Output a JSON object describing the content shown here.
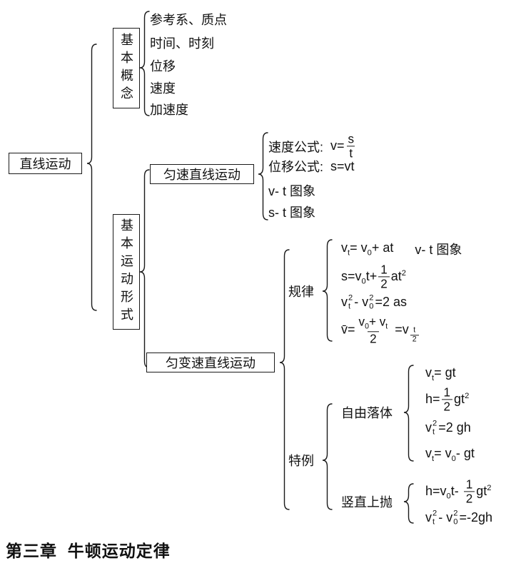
{
  "root": {
    "label": "直线运动"
  },
  "basic_concepts": {
    "label": "基本概念",
    "items": [
      {
        "label": "参考系、质点"
      },
      {
        "label": "时间、时刻"
      },
      {
        "label": "位移"
      },
      {
        "label": "速度"
      },
      {
        "label": "加速度"
      }
    ]
  },
  "motion_forms": {
    "label": "基本运动形式",
    "uniform": {
      "label": "匀速直线运动",
      "items": [
        {
          "prefix": "速度公式:",
          "formula": "v=~{s}{t}"
        },
        {
          "prefix": "位移公式:",
          "formula": "s=vt"
        },
        {
          "prefix": "",
          "formula": "v- t 图象"
        },
        {
          "prefix": "",
          "formula": "s- t 图象"
        }
      ]
    },
    "uniform_accel": {
      "label": "匀变速直线运动",
      "rules": {
        "label": "规律",
        "items": [
          {
            "formula": "v_{t}= v_{0}+ at",
            "note": "v- t 图象"
          },
          {
            "formula": "s=v_{0}t+~{1}{2}at^{2}"
          },
          {
            "formula": "v&{t}{2}- v&{0}{2}=2 as"
          },
          {
            "formula": "v̄=~{v_{0}+ v_{t}}{2} =v_{~{t}{2}}"
          }
        ]
      },
      "special_cases": {
        "label": "特例",
        "free_fall": {
          "label": "自由落体",
          "items": [
            {
              "formula": "v_{t}= gt"
            },
            {
              "formula": "h=~{1}{2}gt^{2}"
            },
            {
              "formula": "v&{t}{2}=2 gh"
            },
            {
              "formula": "v_{t}= v_{0}- gt"
            }
          ]
        },
        "vertical_throw": {
          "label": "竖直上抛",
          "items": [
            {
              "formula": "h=v_{0}t- ~{1}{2}gt^{2}"
            },
            {
              "formula": "v&{t}{2}- v&{0}{2}=-2gh"
            }
          ]
        }
      }
    }
  },
  "footer": {
    "chapter_title": "第三章  牛顿运动定律"
  },
  "colors": {
    "line": "#1a1a1a",
    "text": "#111111",
    "background": "#ffffff"
  }
}
